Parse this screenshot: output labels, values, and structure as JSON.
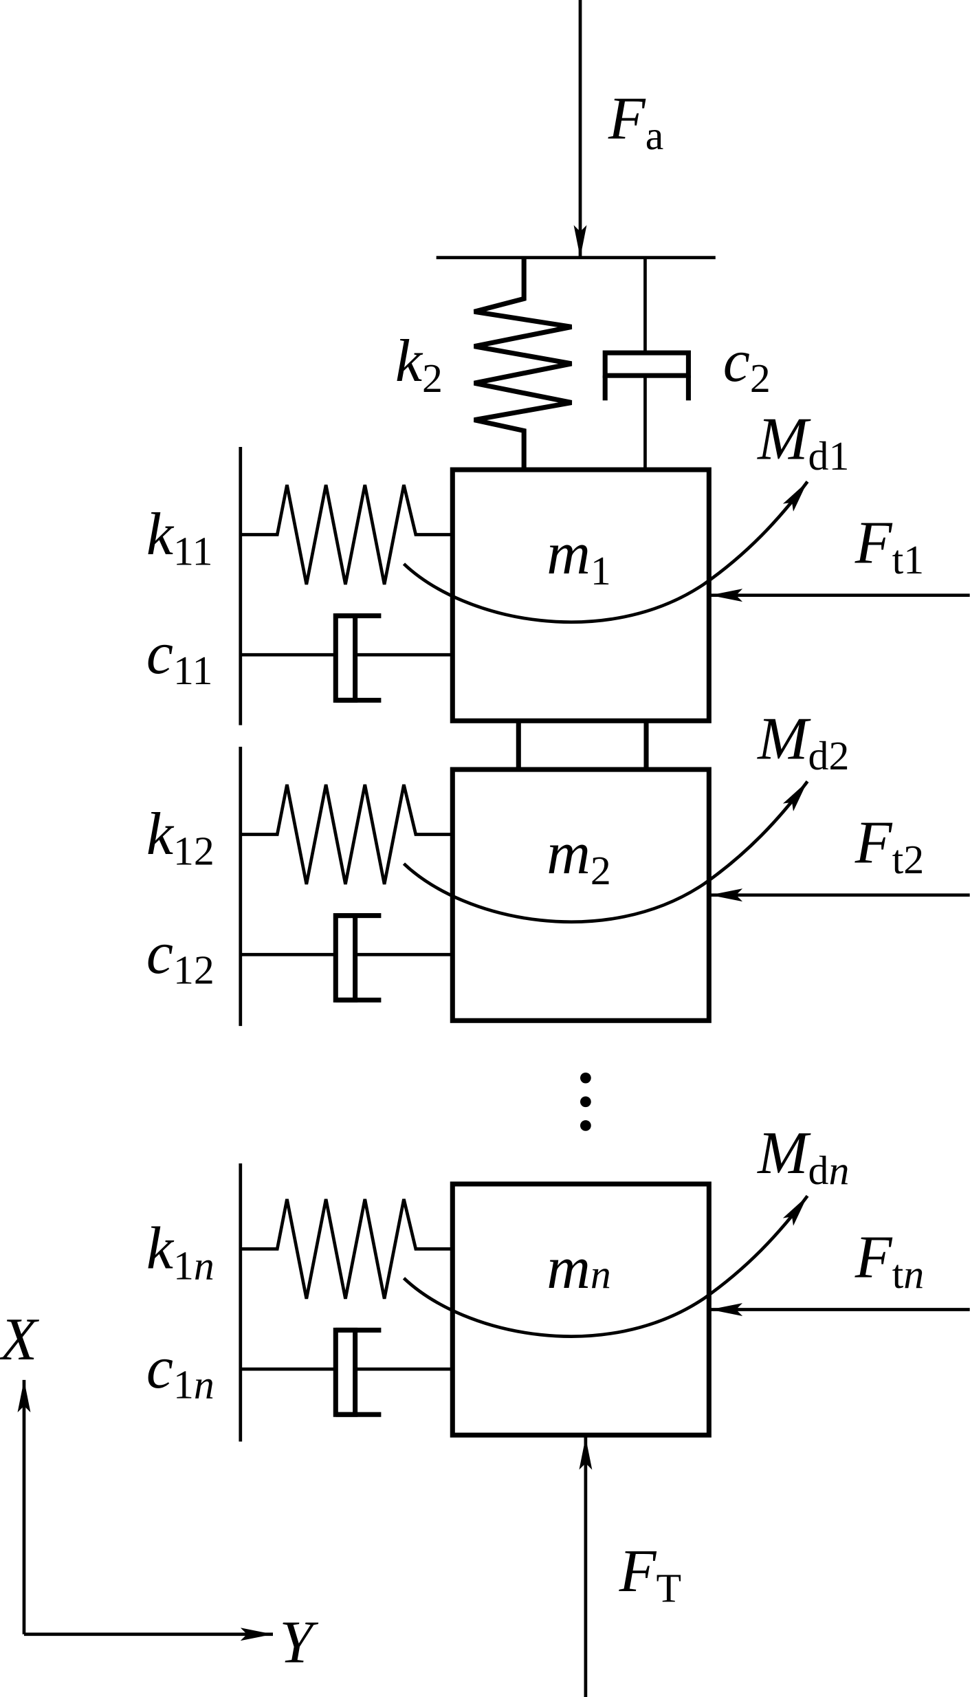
{
  "colors": {
    "stroke": "#000000",
    "background": "#ffffff"
  },
  "top": {
    "force_a": {
      "base": "F",
      "sub": "a"
    },
    "spring": {
      "base": "k",
      "sub": "2"
    },
    "damper": {
      "base": "c",
      "sub": "2"
    }
  },
  "masses": [
    {
      "mass": {
        "base": "m",
        "sub": "1",
        "sub_italic": ""
      },
      "spring": {
        "base": "k",
        "sub": "11",
        "sub_italic": ""
      },
      "damper": {
        "base": "c",
        "sub": "11",
        "sub_italic": ""
      },
      "moment": {
        "base": "M",
        "sub": "d1",
        "sub_italic": ""
      },
      "force": {
        "base": "F",
        "sub": "t1",
        "sub_italic": ""
      }
    },
    {
      "mass": {
        "base": "m",
        "sub": "2",
        "sub_italic": ""
      },
      "spring": {
        "base": "k",
        "sub": "12",
        "sub_italic": ""
      },
      "damper": {
        "base": "c",
        "sub": "12",
        "sub_italic": ""
      },
      "moment": {
        "base": "M",
        "sub": "d2",
        "sub_italic": ""
      },
      "force": {
        "base": "F",
        "sub": "t2",
        "sub_italic": ""
      }
    },
    {
      "mass": {
        "base": "m",
        "sub": "",
        "sub_italic": "n"
      },
      "spring": {
        "base": "k",
        "sub": "1",
        "sub_italic": "n"
      },
      "damper": {
        "base": "c",
        "sub": "1",
        "sub_italic": "n"
      },
      "moment": {
        "base": "M",
        "sub": "d",
        "sub_italic": "n"
      },
      "force": {
        "base": "F",
        "sub": "t",
        "sub_italic": "n"
      }
    }
  ],
  "bottom": {
    "force_T": {
      "base": "F",
      "sub": "T"
    }
  },
  "axes": {
    "x_label": "X",
    "y_label": "Y"
  },
  "ellipsis_icon": "vertical-dots"
}
